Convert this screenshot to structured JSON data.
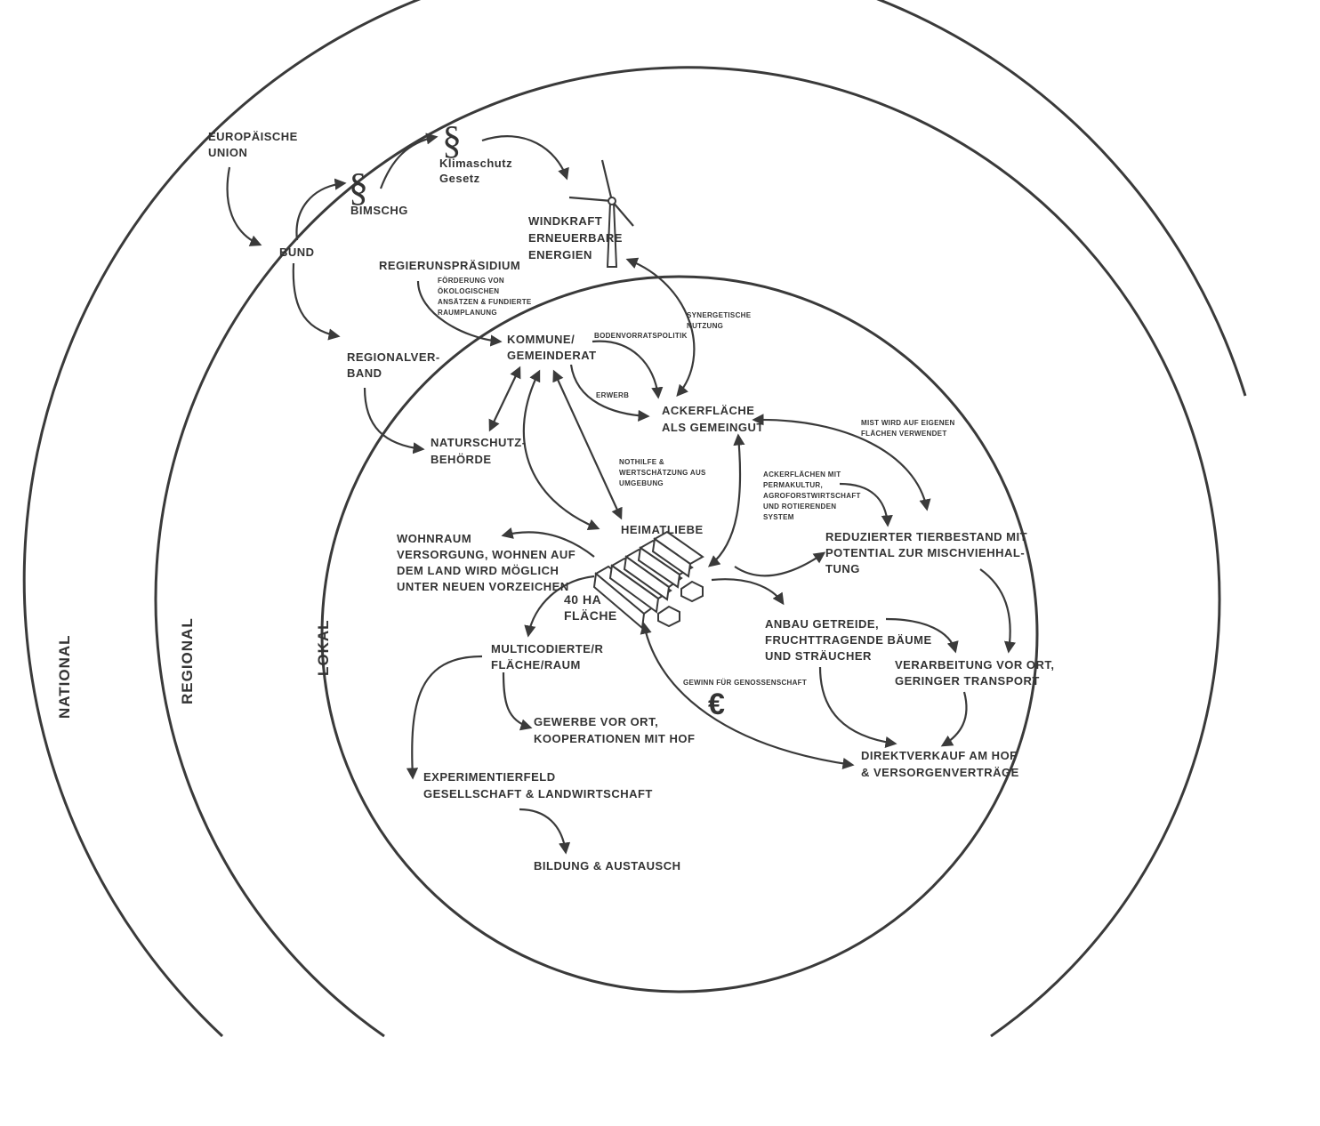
{
  "rings": {
    "national": "NATIONAL",
    "regional": "REGIONAL",
    "lokal": "LOKAL"
  },
  "nodes": {
    "eu": [
      "EUROPÄISCHE",
      "UNION"
    ],
    "bund": [
      "BUND"
    ],
    "bimschg": [
      "BIMSCHG"
    ],
    "klimaschutz": [
      "Klimaschutz",
      "Gesetz"
    ],
    "windkraft": [
      "WINDKRAFT",
      "ERNEUERBARE",
      "ENERGIEN"
    ],
    "regierungs": [
      "REGIERUNSPRÄSIDIUM"
    ],
    "regionalverband": [
      "REGIONALVER-",
      "BAND"
    ],
    "kommune": [
      "KOMMUNE/",
      "GEMEINDERAT"
    ],
    "naturschutz": [
      "NATURSCHUTZ-",
      "BEHÖRDE"
    ],
    "ackerflaeche": [
      "ACKERFLÄCHE",
      "ALS GEMEINGUT"
    ],
    "heimatliebe": [
      "HEIMATLIEBE"
    ],
    "flaeche": [
      "40 HA",
      "FLÄCHE"
    ],
    "wohnraum": [
      "WOHNRAUM",
      "VERSORGUNG, WOHNEN AUF",
      "DEM LAND WIRD MÖGLICH",
      "UNTER NEUEN VORZEICHEN"
    ],
    "multicodiert": [
      "MULTICODIERTE/R",
      "FLÄCHE/RAUM"
    ],
    "gewerbe": [
      "GEWERBE VOR ORT,",
      "KOOPERATIONEN MIT HOF"
    ],
    "experimentierfeld": [
      "EXPERIMENTIERFELD",
      "GESELLSCHAFT & LANDWIRTSCHAFT"
    ],
    "bildung": [
      "BILDUNG & AUSTAUSCH"
    ],
    "tierbestand": [
      "REDUZIERTER TIERBESTAND MIT",
      "POTENTIAL ZUR MISCHVIEHHAL-",
      "TUNG"
    ],
    "anbau": [
      "ANBAU GETREIDE,",
      "FRUCHTTRAGENDE BÄUME",
      "UND STRÄUCHER"
    ],
    "verarbeitung": [
      "VERARBEITUNG VOR ORT,",
      "GERINGER TRANSPORT"
    ],
    "direktverkauf": [
      "DIREKTVERKAUF AM HOF",
      "& VERSORGENVERTRÄGE"
    ]
  },
  "annotations": {
    "foerderung": [
      "FÖRDERUNG VON",
      "ÖKOLOGISCHEN",
      "ANSÄTZEN & FUNDIERTE",
      "RAUMPLANUNG"
    ],
    "synergetisch": [
      "SYNERGETISCHE",
      "NUTZUNG"
    ],
    "bodenvorrat": [
      "BODENVORRATSPOLITIK"
    ],
    "erwerb": [
      "ERWERB"
    ],
    "nothilfe": [
      "NOTHILFE &",
      "WERTSCHÄTZUNG AUS",
      "UMGEBUNG"
    ],
    "mist": [
      "MIST WIRD AUF EIGENEN",
      "FLÄCHEN VERWENDET"
    ],
    "ackerflaechen_mit": [
      "ACKERFLÄCHEN MIT",
      "PERMAKULTUR,",
      "AGROFORSTWIRTSCHAFT",
      "UND ROTIERENDEN",
      "SYSTEM"
    ],
    "gewinn": [
      "GEWINN FÜR GENOSSENSCHAFT"
    ]
  },
  "icons": {
    "paragraph": "§",
    "euro": "€",
    "turbine": "wind-turbine-icon",
    "buildings": "farm-buildings-icon"
  },
  "colors": {
    "ink": "#333333",
    "background": "#ffffff"
  }
}
